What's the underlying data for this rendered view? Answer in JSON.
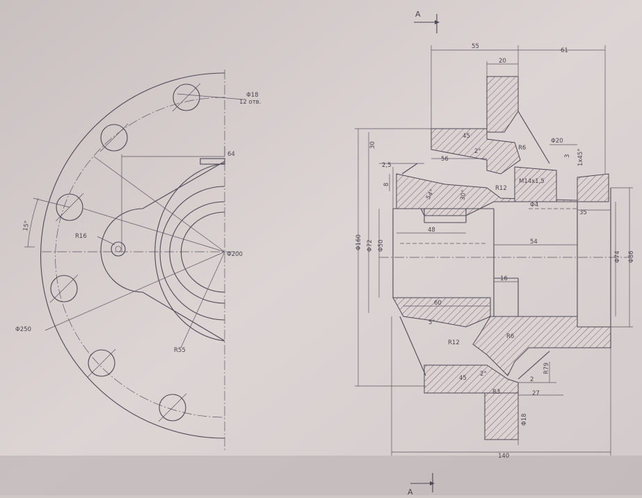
{
  "labels": {
    "section_top": "A",
    "section_bottom": "A"
  },
  "dimensions": {
    "hole_dia": "Φ18",
    "hole_count": "12 отв.",
    "d64": "64",
    "r16": "R16",
    "d200": "Φ200",
    "d250": "Φ250",
    "r55": "R55",
    "angle15": "15°",
    "d55": "55",
    "d61": "61",
    "d20": "20",
    "d45": "45",
    "angle2": "2°",
    "r6": "R6",
    "boss_dia": "Φ20",
    "d3": "3",
    "chamfer": "1x45°",
    "d30": "30",
    "d2_5": "2,5",
    "d56": "56",
    "d8": "8",
    "angle54": "54°",
    "angle30": "30°",
    "r12": "R12",
    "thread": "M14x1,5",
    "d4": "Φ4",
    "d48": "48",
    "d35": "35",
    "d54": "54",
    "d160": "Φ160",
    "d72": "Φ72",
    "d50": "Φ50",
    "d74": "Φ74",
    "d86": "Φ86",
    "d16": "16",
    "d60": "60",
    "angle5": "5°",
    "r79": "R79",
    "d2": "2",
    "r3": "R3",
    "d27": "27",
    "d18": "Φ18",
    "d140": "140"
  },
  "colors": {
    "paper": "#d6cdcc",
    "ink": "#4d4856",
    "hatch": "#6a6470"
  }
}
